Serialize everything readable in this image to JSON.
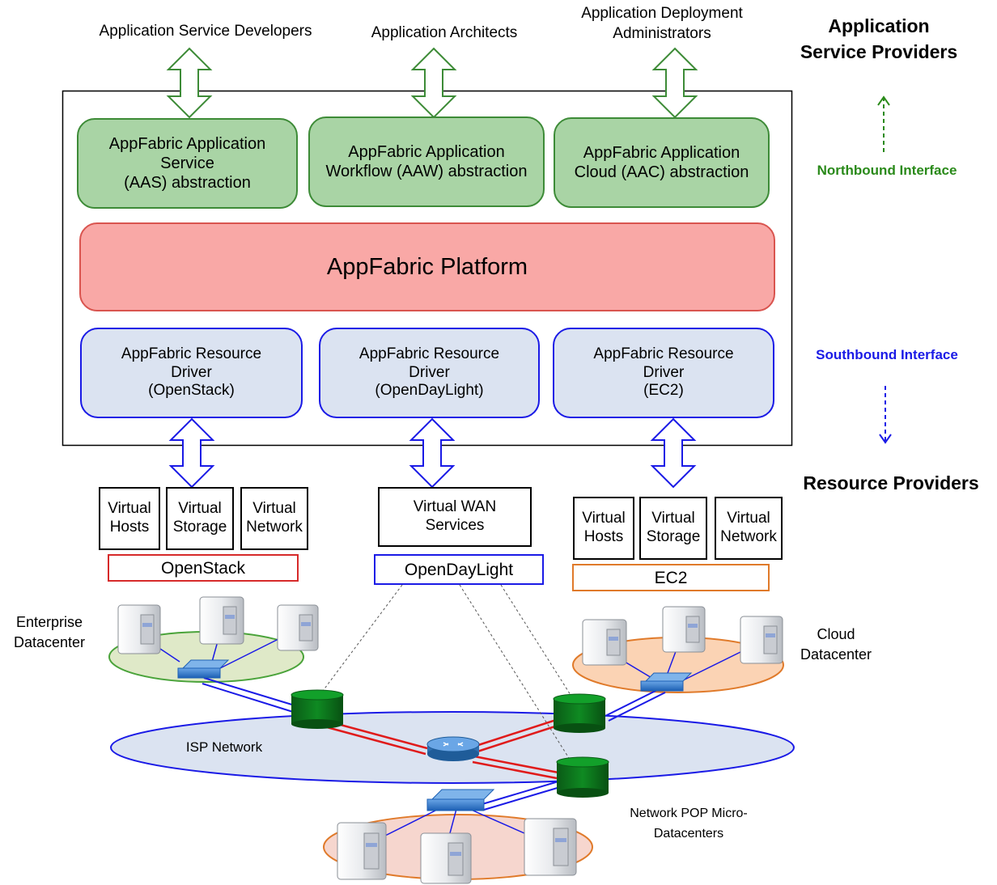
{
  "top_roles": {
    "developers": "Application Service Developers",
    "architects": "Application Architects",
    "deploy_admins_line1": "Application Deployment",
    "deploy_admins_line2": "Administrators"
  },
  "side_labels": {
    "asp_line1": "Application",
    "asp_line2": "Service Providers",
    "northbound": "Northbound Interface",
    "southbound": "Southbound Interface",
    "resource_providers": "Resource Providers"
  },
  "abstractions": {
    "aas": [
      "AppFabric Application",
      "Service",
      "(AAS) abstraction"
    ],
    "aaw": [
      "AppFabric Application",
      "Workflow (AAW) abstraction"
    ],
    "aac": [
      "AppFabric Application",
      "Cloud (AAC) abstraction"
    ]
  },
  "platform": {
    "label": "AppFabric Platform"
  },
  "drivers": {
    "openstack": [
      "AppFabric  Resource",
      "Driver",
      "(OpenStack)"
    ],
    "opendaylight": [
      "AppFabric  Resource",
      "Driver",
      "(OpenDayLight)"
    ],
    "ec2": [
      "AppFabric  Resource",
      "Driver",
      "(EC2)"
    ]
  },
  "resources": {
    "os_hosts": [
      "Virtual",
      "Hosts"
    ],
    "os_storage": [
      "Virtual",
      "Storage"
    ],
    "os_network": [
      "Virtual",
      "Network"
    ],
    "wan": [
      "Virtual WAN",
      "Services"
    ],
    "ec2_hosts": [
      "Virtual",
      "Hosts"
    ],
    "ec2_storage": [
      "Virtual",
      "Storage"
    ],
    "ec2_network": [
      "Virtual",
      "Network"
    ]
  },
  "platforms": {
    "openstack": "OpenStack",
    "opendaylight": "OpenDayLight",
    "ec2": "EC2"
  },
  "network_labels": {
    "enterprise_line1": "Enterprise",
    "enterprise_line2": "Datacenter",
    "cloud_line1": "Cloud",
    "cloud_line2": "Datacenter",
    "isp": "ISP Network",
    "pop_line1": "Network POP Micro-",
    "pop_line2": "Datacenters"
  },
  "colors": {
    "green_fill": "#a9d4a5",
    "green_border": "#3d8b37",
    "red_fill": "#f9a8a6",
    "red_border": "#d9544f",
    "blue_fill": "#dbe3f1",
    "blue_border": "#1a1ae6",
    "northbound_text": "#2a8a1a",
    "southbound_text": "#1a1ae6",
    "openstack_border": "#d62a2a",
    "opendaylight_border": "#1a1ae6",
    "ec2_border": "#e07a2a"
  }
}
